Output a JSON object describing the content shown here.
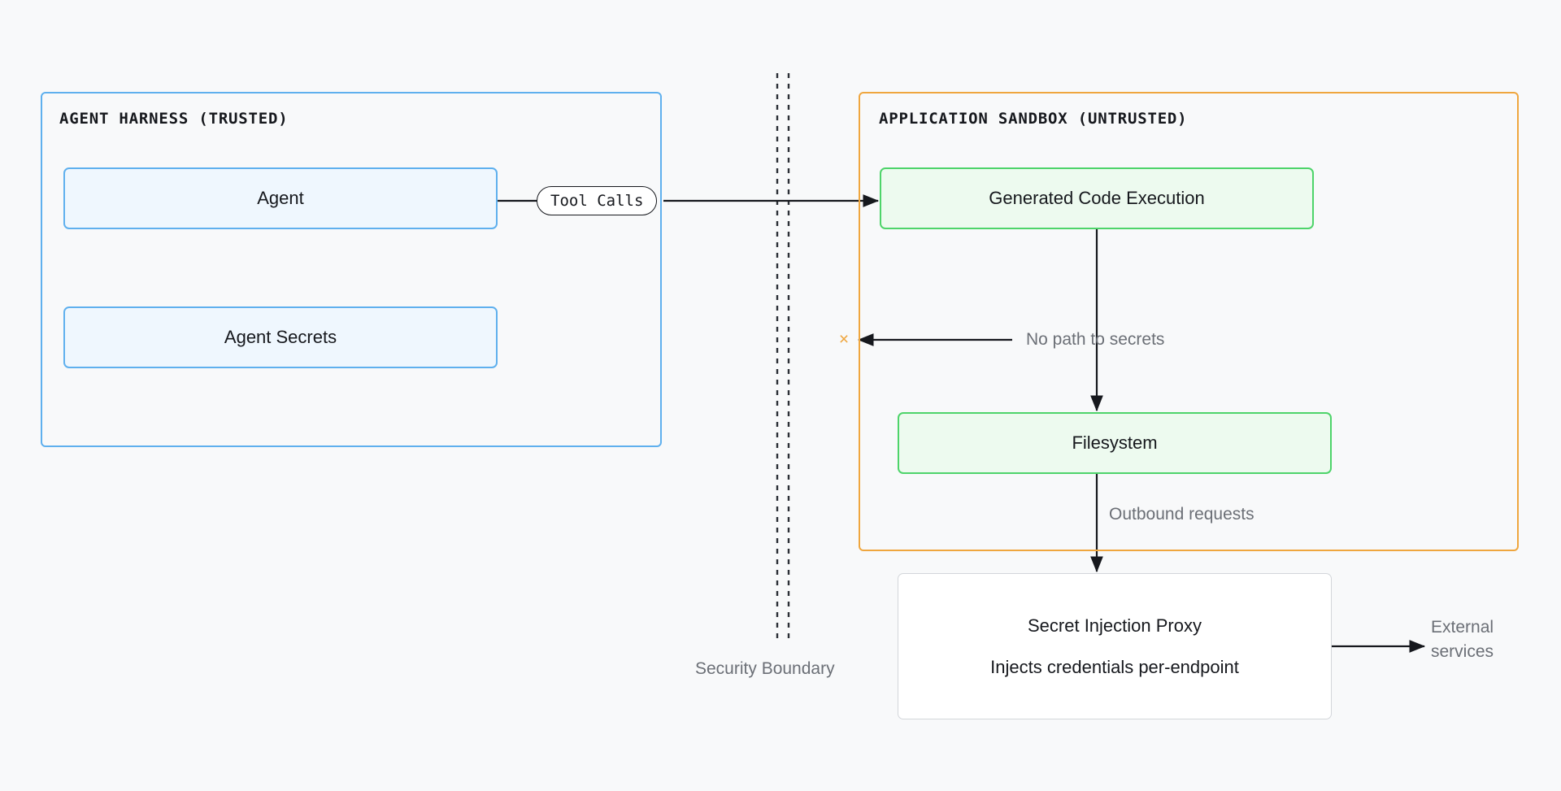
{
  "diagram": {
    "background_color": "#f8f9fa",
    "groups": [
      {
        "id": "harness",
        "title": "AGENT HARNESS (TRUSTED)",
        "border_color": "#5fb0ee"
      },
      {
        "id": "sandbox",
        "title": "APPLICATION SANDBOX (UNTRUSTED)",
        "border_color": "#efa63e"
      }
    ],
    "nodes": [
      {
        "id": "agent",
        "label": "Agent",
        "style": "blue"
      },
      {
        "id": "agent_secrets",
        "label": "Agent Secrets",
        "style": "blue"
      },
      {
        "id": "code_execution",
        "label": "Generated Code Execution",
        "style": "green"
      },
      {
        "id": "filesystem",
        "label": "Filesystem",
        "style": "green"
      },
      {
        "id": "secret_injection_proxy",
        "label": "Secret Injection Proxy",
        "sublabel": "Injects credentials per-endpoint",
        "style": "plain"
      }
    ],
    "edges": [
      {
        "id": "agent_to_code",
        "from": "agent",
        "to": "code_execution",
        "label": "Tool Calls",
        "label_style": "pill-monospace"
      },
      {
        "id": "code_to_boundary",
        "from": "code_execution",
        "to": "security_boundary",
        "label": "No path to secrets",
        "blocked": true,
        "blocked_marker": "×",
        "blocked_marker_color": "#efa63e"
      },
      {
        "id": "code_to_filesystem",
        "from": "code_execution",
        "to": "filesystem",
        "label": ""
      },
      {
        "id": "filesystem_to_proxy",
        "from": "filesystem",
        "to": "secret_injection_proxy",
        "label": "Outbound requests"
      },
      {
        "id": "proxy_to_external",
        "from": "secret_injection_proxy",
        "to": "external_services",
        "label": ""
      }
    ],
    "boundary": {
      "id": "security_boundary",
      "label": "Security Boundary",
      "style": "double-dashed-vertical"
    },
    "external": {
      "id": "external_services",
      "label": "External services"
    }
  }
}
